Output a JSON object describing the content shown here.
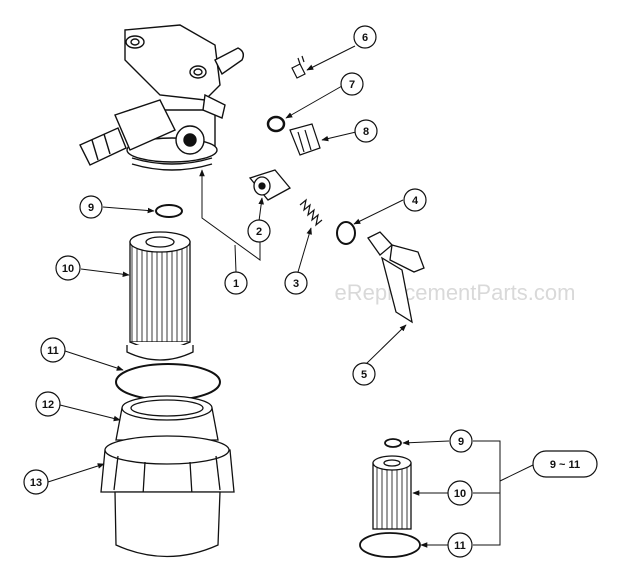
{
  "watermark": "eReplacementParts.com",
  "callouts": {
    "c1": "1",
    "c2": "2",
    "c3": "3",
    "c4": "4",
    "c5": "5",
    "c6": "6",
    "c7": "7",
    "c8": "8",
    "c9": "9",
    "c10": "10",
    "c11": "11",
    "c12": "12",
    "c13": "13",
    "inset_9": "9",
    "inset_10": "10",
    "inset_11": "11",
    "kit_range": "9 ~ 11"
  }
}
